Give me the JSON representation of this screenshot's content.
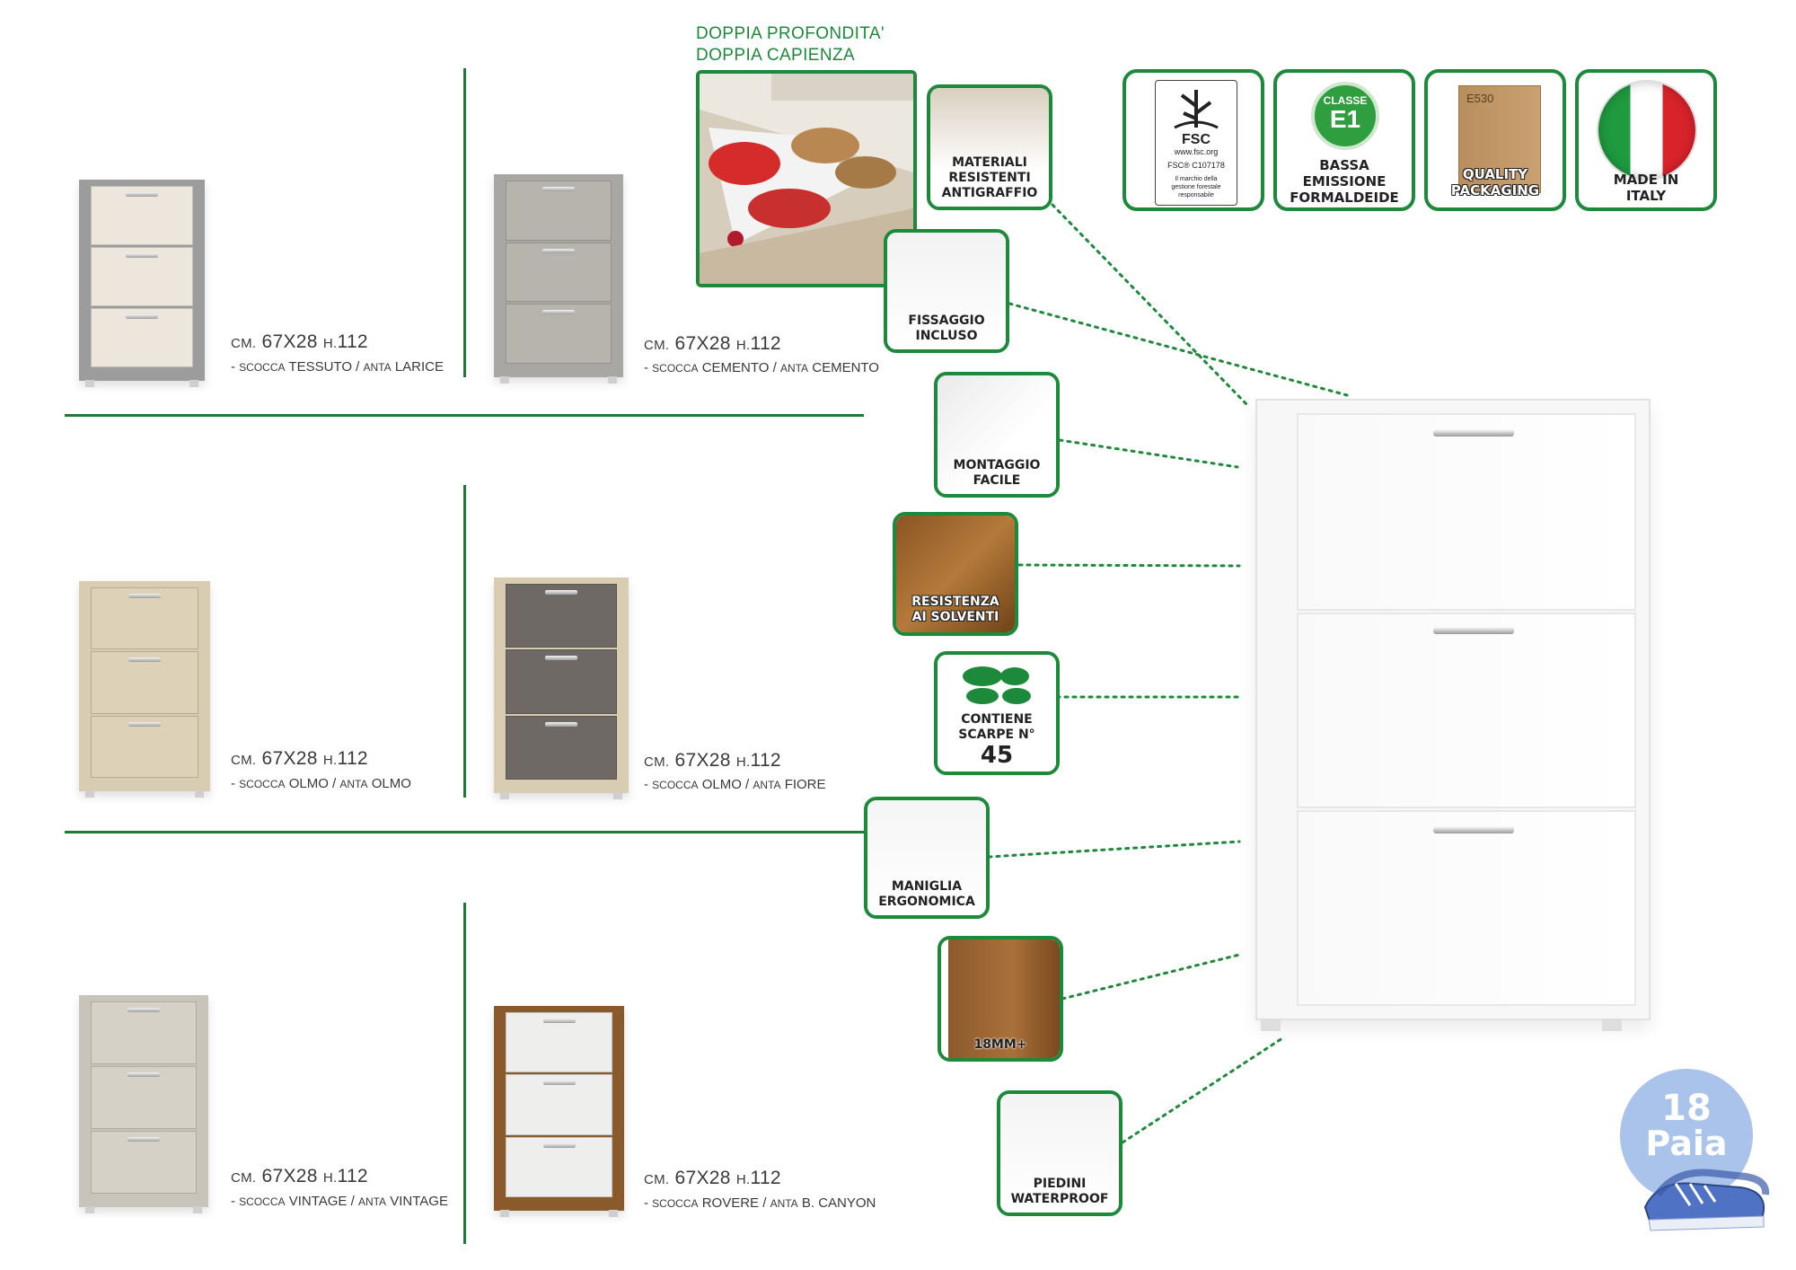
{
  "top_note": {
    "line1": "DOPPIA PROFONDITA'",
    "line2": "DOPPIA CAPIENZA"
  },
  "variants": [
    {
      "size_prefix": "CM.",
      "size_dims": "67X28",
      "size_h": "H.",
      "size_h_val": "112",
      "scocca_word": "SCOCCA",
      "scocca": "TESSUTO",
      "anta_word": "ANTA",
      "anta": "LARICE",
      "body_color": "#9c9c9c",
      "door_color": "#ece6dc"
    },
    {
      "size_prefix": "CM.",
      "size_dims": "67X28",
      "size_h": "H.",
      "size_h_val": "112",
      "scocca_word": "SCOCCA",
      "scocca": "CEMENTO",
      "anta_word": "ANTA",
      "anta": "CEMENTO",
      "body_color": "#a9a7a3",
      "door_color": "#b7b4ad"
    },
    {
      "size_prefix": "CM.",
      "size_dims": "67X28",
      "size_h": "H.",
      "size_h_val": "112",
      "scocca_word": "SCOCCA",
      "scocca": "OLMO",
      "anta_word": "ANTA",
      "anta": "OLMO",
      "body_color": "#d8ccb2",
      "door_color": "#ddd1b8"
    },
    {
      "size_prefix": "CM.",
      "size_dims": "67X28",
      "size_h": "H.",
      "size_h_val": "112",
      "scocca_word": "SCOCCA",
      "scocca": "OLMO",
      "anta_word": "ANTA",
      "anta": "FIORE",
      "body_color": "#d8ccb2",
      "door_color": "#6f6966"
    },
    {
      "size_prefix": "CM.",
      "size_dims": "67X28",
      "size_h": "H.",
      "size_h_val": "112",
      "scocca_word": "SCOCCA",
      "scocca": "VINTAGE",
      "anta_word": "ANTA",
      "anta": "VINTAGE",
      "body_color": "#c9c4ba",
      "door_color": "#d6d1c7"
    },
    {
      "size_prefix": "CM.",
      "size_dims": "67X28",
      "size_h": "H.",
      "size_h_val": "112",
      "scocca_word": "SCOCCA",
      "scocca": "ROVERE",
      "anta_word": "ANTA",
      "anta": "B. CANYON",
      "body_color": "#8a5a2b",
      "door_color": "#eeeeec"
    }
  ],
  "features": [
    {
      "label": "MATERIALI\nRESISTENTI\nANTIGRAFFIO",
      "icon": "scratch-resistant-panel-icon"
    },
    {
      "label": "FISSAGGIO\nINCLUSO",
      "icon": "screws-icon"
    },
    {
      "label": "MONTAGGIO\nFACILE",
      "icon": "screwdriver-icon"
    },
    {
      "label": "RESISTENZA\nAI SOLVENTI",
      "icon": "wood-texture-icon"
    },
    {
      "label": "CONTIENE\nSCARPE N°",
      "number": "45",
      "icon": "footprints-icon"
    },
    {
      "label": "MANIGLIA\nERGONOMICA",
      "icon": "handle-icon"
    },
    {
      "label": "18MM+",
      "icon": "panel-thickness-icon"
    },
    {
      "label": "PIEDINI\nWATERPROOF",
      "icon": "feet-icon"
    }
  ],
  "certifications": [
    {
      "lines": [
        "FSC",
        "www.fsc.org",
        "FSC® C107178",
        "Il marchio della",
        "gestione forestale",
        "responsabile"
      ],
      "icon": "fsc-tree-logo"
    },
    {
      "badge_top": "CLASSE",
      "badge_main": "E1",
      "label": "BASSA\nEMISSIONE\nFORMALDEIDE",
      "icon": "e1-class-icon"
    },
    {
      "box_code": "E530",
      "label": "QUALITY\nPACKAGING",
      "icon": "carton-box-icon"
    },
    {
      "label": "MADE IN\nITALY",
      "icon": "italy-flag-icon"
    }
  ],
  "pairs_badge": {
    "number": "18",
    "word": "Paia",
    "icon": "sneakers-icon"
  },
  "colors": {
    "brand_green": "#1d8a3b",
    "pairs_blue": "#a9c3ea"
  }
}
